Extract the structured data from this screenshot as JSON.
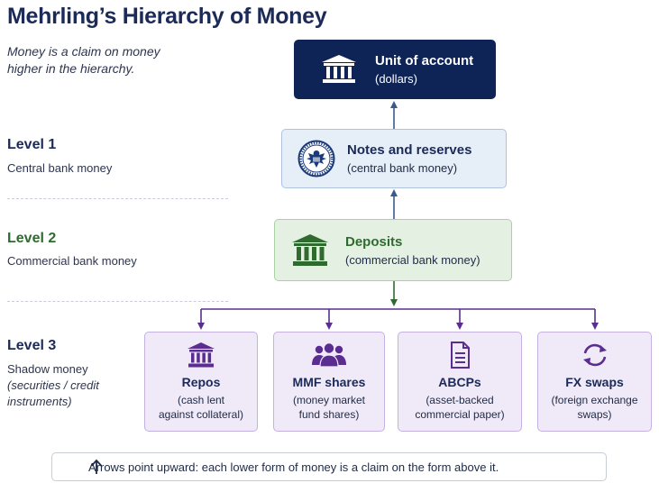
{
  "title": "Mehrling’s Hierarchy of Money",
  "subtitle": [
    "Money is a claim on money",
    "higher in the hierarchy."
  ],
  "levels": [
    {
      "title": "Level 1",
      "desc": "Central bank money"
    },
    {
      "title": "Level 2",
      "desc": "Commercial bank money"
    },
    {
      "title": "Level 3",
      "desc_lines": [
        "Shadow money",
        "(securities / credit",
        "instruments)"
      ]
    }
  ],
  "nodes": {
    "unit": {
      "title": "Unit of account",
      "sub": "(dollars)",
      "icon": "bank-building-icon"
    },
    "notes": {
      "title": "Notes and reserves",
      "sub": "(central bank money)",
      "icon": "federal-reserve-seal-icon"
    },
    "deposits": {
      "title": "Deposits",
      "sub": "(commercial bank money)",
      "icon": "bank-building-icon"
    }
  },
  "shadow": [
    {
      "title": "Repos",
      "sub_lines": [
        "(cash lent",
        "against collateral)"
      ],
      "icon": "bank-building-icon"
    },
    {
      "title": "MMF shares",
      "sub_lines": [
        "(money market",
        "fund shares)"
      ],
      "icon": "people-group-icon"
    },
    {
      "title": "ABCPs",
      "sub_lines": [
        "(asset-backed",
        "commercial paper)"
      ],
      "icon": "document-icon"
    },
    {
      "title": "FX swaps",
      "sub_lines": [
        "(foreign exchange",
        "swaps)"
      ],
      "icon": "refresh-arrows-icon"
    }
  ],
  "footer": "Arrows point upward: each lower form of money is a claim on the form above it.",
  "colors": {
    "navy": "#0f2456",
    "level2_green": "#2f6b2f",
    "level1_fill": "#e6eef8",
    "level2_fill": "#e4f1e2",
    "level3_fill": "#efe9f8",
    "level3_icon": "#5b2d91",
    "arrow": "#3b5a8a"
  }
}
